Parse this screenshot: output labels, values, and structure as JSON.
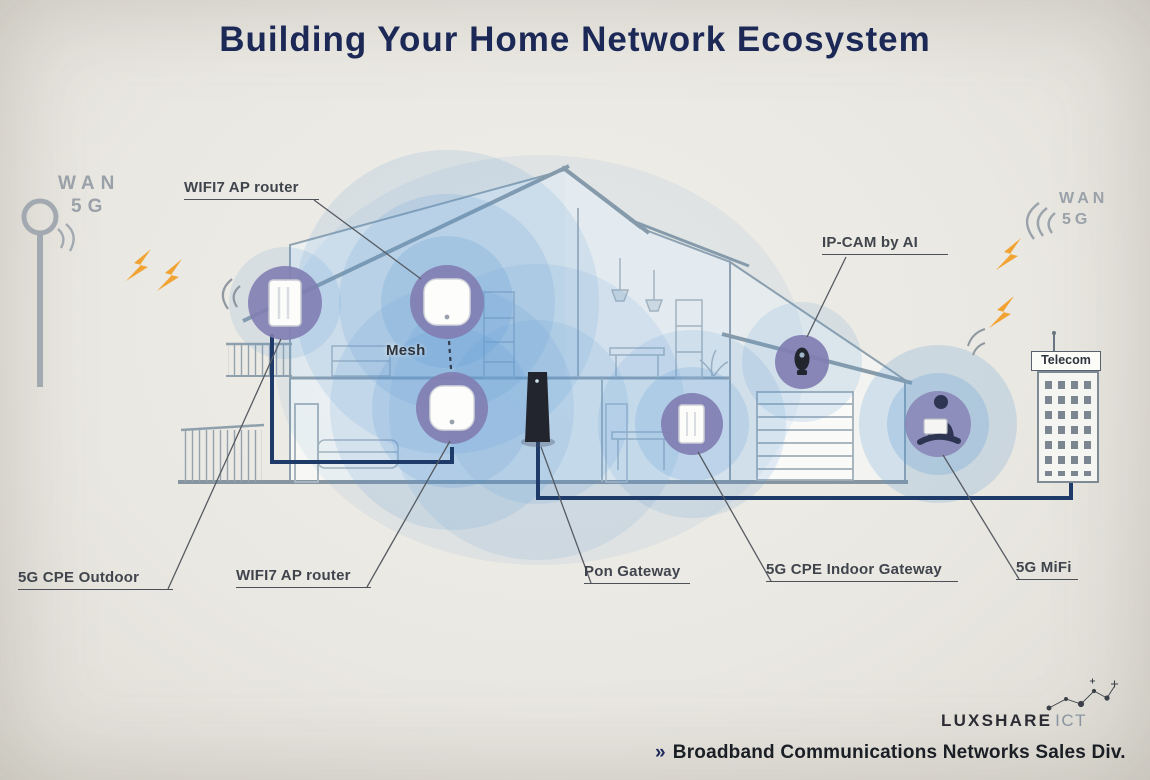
{
  "title": "Building Your Home Network Ecosystem",
  "wan_left": {
    "line1": "WAN",
    "line2": "5G"
  },
  "wan_right": {
    "line1": "WAN",
    "line2": "5G"
  },
  "callouts": {
    "wifi7_top": "WIFI7 AP router",
    "ipcam": "IP-CAM by AI",
    "mesh": "Mesh",
    "telecom": "Telecom",
    "cpe_outdoor": "5G CPE Outdoor",
    "wifi7_bottom": "WIFI7 AP router",
    "pon_gateway": "Pon Gateway",
    "cpe_indoor": "5G CPE Indoor Gateway",
    "mifi": "5G MiFi"
  },
  "branding": {
    "brand_primary": "LUXSHARE",
    "brand_secondary": "ICT",
    "footer_marker": "»",
    "footer_text": "Broadband Communications Networks Sales Div."
  },
  "colors": {
    "title_navy": "#1c2957",
    "cable_navy": "#1e3a68",
    "coverage_blue": "#5e9ad5",
    "device_purple": "#817eb2",
    "lightning_orange": "#f1a433",
    "label_grey": "#40454d",
    "wan_grey": "#9aa1a9"
  }
}
